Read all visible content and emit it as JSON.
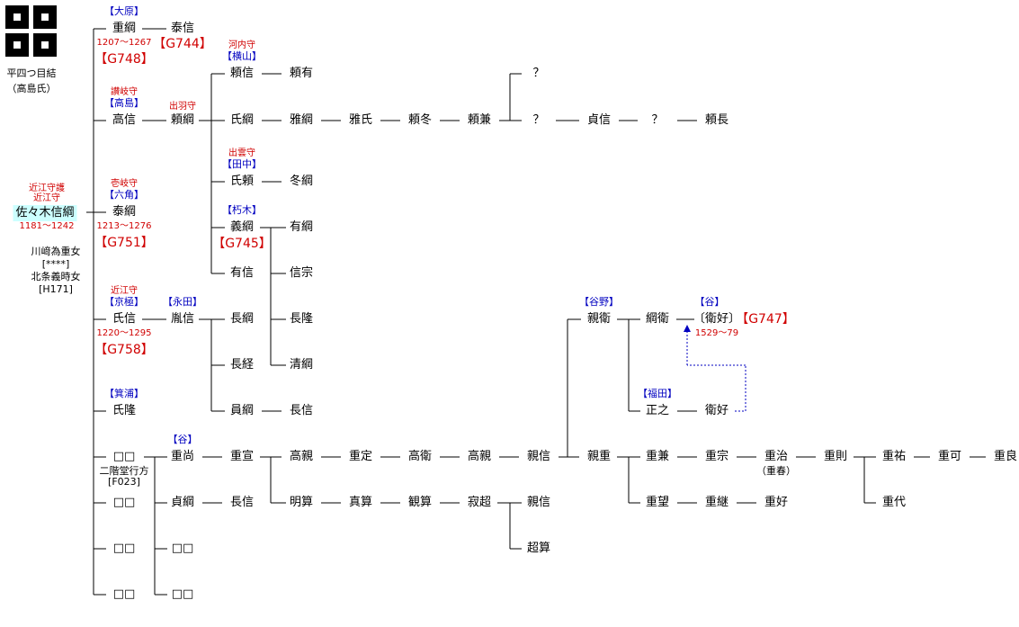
{
  "crest": {
    "name": "平四つ目結",
    "clan": "（高島氏）"
  },
  "nodes": [
    {
      "id": "tsunashige",
      "label": "佐々木信綱",
      "titles": [
        "近江守護",
        "近江守"
      ],
      "years": "1181～1242",
      "highlight": true
    },
    {
      "id": "wives",
      "lines": [
        "川﨑為重女",
        "[****]",
        "北条義時女",
        "[H171]"
      ]
    },
    {
      "id": "shigetsuna",
      "label": "重綱",
      "clan": "【大原】",
      "years": "1207～1267",
      "g": "【G748】"
    },
    {
      "id": "taishin",
      "label": "泰信",
      "g": "【G744】"
    },
    {
      "id": "takanobu",
      "label": "高信",
      "titles": [
        "讃岐守"
      ],
      "clan": "【高島】"
    },
    {
      "id": "yoritsuna",
      "label": "頼綱",
      "titles": [
        "出羽守"
      ]
    },
    {
      "id": "yorinobu",
      "label": "頼信",
      "titles": [
        "河内守"
      ],
      "clan": "【横山】"
    },
    {
      "id": "yoriari",
      "label": "頼有"
    },
    {
      "id": "ujitsuna",
      "label": "氏綱"
    },
    {
      "id": "masatsuna",
      "label": "雅綱"
    },
    {
      "id": "masauji",
      "label": "雅氏"
    },
    {
      "id": "yorifuyu",
      "label": "頼冬"
    },
    {
      "id": "yorikane",
      "label": "頼兼"
    },
    {
      "id": "q1",
      "label": "？"
    },
    {
      "id": "q2",
      "label": "？"
    },
    {
      "id": "sadanobu",
      "label": "貞信"
    },
    {
      "id": "q3",
      "label": "？"
    },
    {
      "id": "yorinaga",
      "label": "頼長"
    },
    {
      "id": "ujiyori",
      "label": "氏頼",
      "titles": [
        "出雲守"
      ],
      "clan": "【田中】"
    },
    {
      "id": "fuyutsuna",
      "label": "冬綱"
    },
    {
      "id": "yasutsuna",
      "label": "泰綱",
      "titles": [
        "壱岐守"
      ],
      "clan": "【六角】",
      "years": "1213～1276",
      "g": "【G751】"
    },
    {
      "id": "yoshitsuna",
      "label": "義綱",
      "clan": "【朽木】",
      "g": "【G745】"
    },
    {
      "id": "aritsuna",
      "label": "有綱"
    },
    {
      "id": "arinobu",
      "label": "有信"
    },
    {
      "id": "nobumune",
      "label": "信宗"
    },
    {
      "id": "ujinobu",
      "label": "氏信",
      "titles": [
        "近江守"
      ],
      "clan": "【京極】",
      "years": "1220～1295",
      "g": "【G758】"
    },
    {
      "id": "hironobu",
      "label": "胤信",
      "clan": "【永田】"
    },
    {
      "id": "nagatsuna",
      "label": "長綱"
    },
    {
      "id": "nagataka",
      "label": "長隆"
    },
    {
      "id": "nagatsune",
      "label": "長経"
    },
    {
      "id": "kiyotsuna",
      "label": "清綱"
    },
    {
      "id": "kazutsuna",
      "label": "員綱"
    },
    {
      "id": "naganobu",
      "label": "長信"
    },
    {
      "id": "chikahira",
      "label": "親衛",
      "clan": "【谷野】"
    },
    {
      "id": "tsunahira",
      "label": "綱衛"
    },
    {
      "id": "eiko",
      "label": "〔衛好〕",
      "clan": "【谷】",
      "years": "1529～79",
      "g": "【G747】"
    },
    {
      "id": "masayuki",
      "label": "正之",
      "clan": "【福田】"
    },
    {
      "id": "eiko2",
      "label": "衛好"
    },
    {
      "id": "ujitaka",
      "label": "氏隆",
      "clan": "【箕浦】"
    },
    {
      "id": "sq1",
      "label": "□□",
      "note": [
        "二階堂行方",
        "[F023]"
      ]
    },
    {
      "id": "shigenao",
      "label": "重尚",
      "clan": "【谷】"
    },
    {
      "id": "shigenobu",
      "label": "重宣"
    },
    {
      "id": "takachika",
      "label": "高親"
    },
    {
      "id": "shigesada",
      "label": "重定"
    },
    {
      "id": "takahira",
      "label": "高衛"
    },
    {
      "id": "takachika2",
      "label": "高親"
    },
    {
      "id": "chikanobu",
      "label": "親信"
    },
    {
      "id": "chikashige",
      "label": "親重"
    },
    {
      "id": "shigekane",
      "label": "重兼"
    },
    {
      "id": "shigemune",
      "label": "重宗"
    },
    {
      "id": "shigeharu",
      "label": "重治",
      "note": [
        "（重春）"
      ]
    },
    {
      "id": "shigenori",
      "label": "重則"
    },
    {
      "id": "shigesuke",
      "label": "重祐"
    },
    {
      "id": "shigeyoshi",
      "label": "重可"
    },
    {
      "id": "shigeyoshi2",
      "label": "重良"
    },
    {
      "id": "shigeyo",
      "label": "重代"
    },
    {
      "id": "shigemochi",
      "label": "重望"
    },
    {
      "id": "shigetsugu",
      "label": "重継"
    },
    {
      "id": "shigeyoshi3",
      "label": "重好"
    },
    {
      "id": "sq2",
      "label": "□□"
    },
    {
      "id": "sadatsuna",
      "label": "貞綱"
    },
    {
      "id": "naganobu2",
      "label": "長信"
    },
    {
      "id": "meisan",
      "label": "明算"
    },
    {
      "id": "shinsan",
      "label": "真算"
    },
    {
      "id": "kansan",
      "label": "観算"
    },
    {
      "id": "jakucho",
      "label": "寂超"
    },
    {
      "id": "chikanobu2",
      "label": "親信"
    },
    {
      "id": "chosan",
      "label": "超算"
    },
    {
      "id": "sq3",
      "label": "□□"
    },
    {
      "id": "sq4",
      "label": "□□"
    },
    {
      "id": "sq5",
      "label": "□□"
    },
    {
      "id": "sq6",
      "label": "□□"
    }
  ]
}
